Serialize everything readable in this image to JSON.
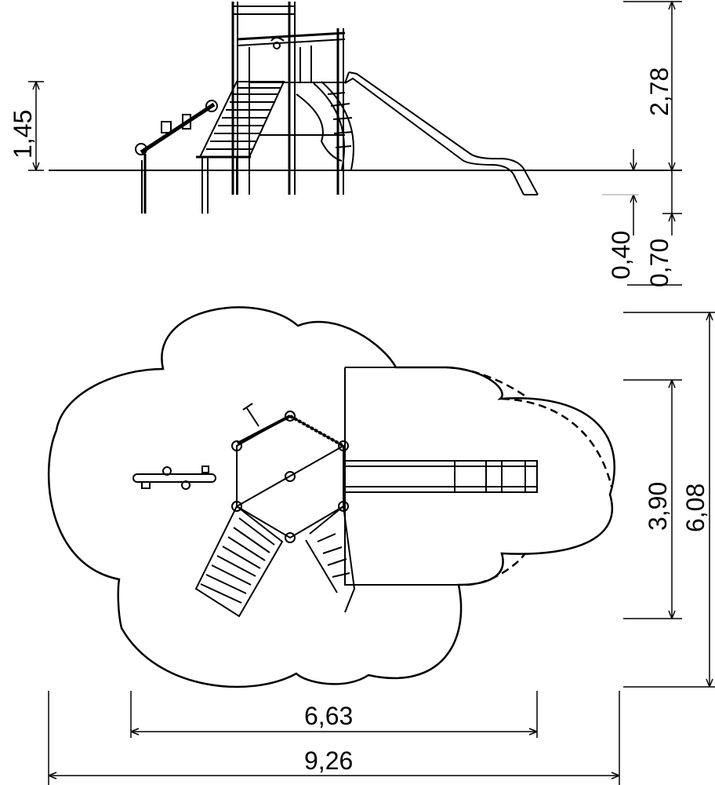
{
  "dimensions": {
    "elevation": {
      "platform_height": "1,45",
      "total_height": "2,78",
      "foundation_depth_small": "0,40",
      "foundation_depth_large": "0,70"
    },
    "plan": {
      "equipment_length": "6,63",
      "area_length": "9,26",
      "equipment_width": "3,90",
      "area_width": "6,08"
    }
  },
  "colors": {
    "line": "#000000",
    "background": "#ffffff",
    "faint": "#bbbbbb"
  }
}
